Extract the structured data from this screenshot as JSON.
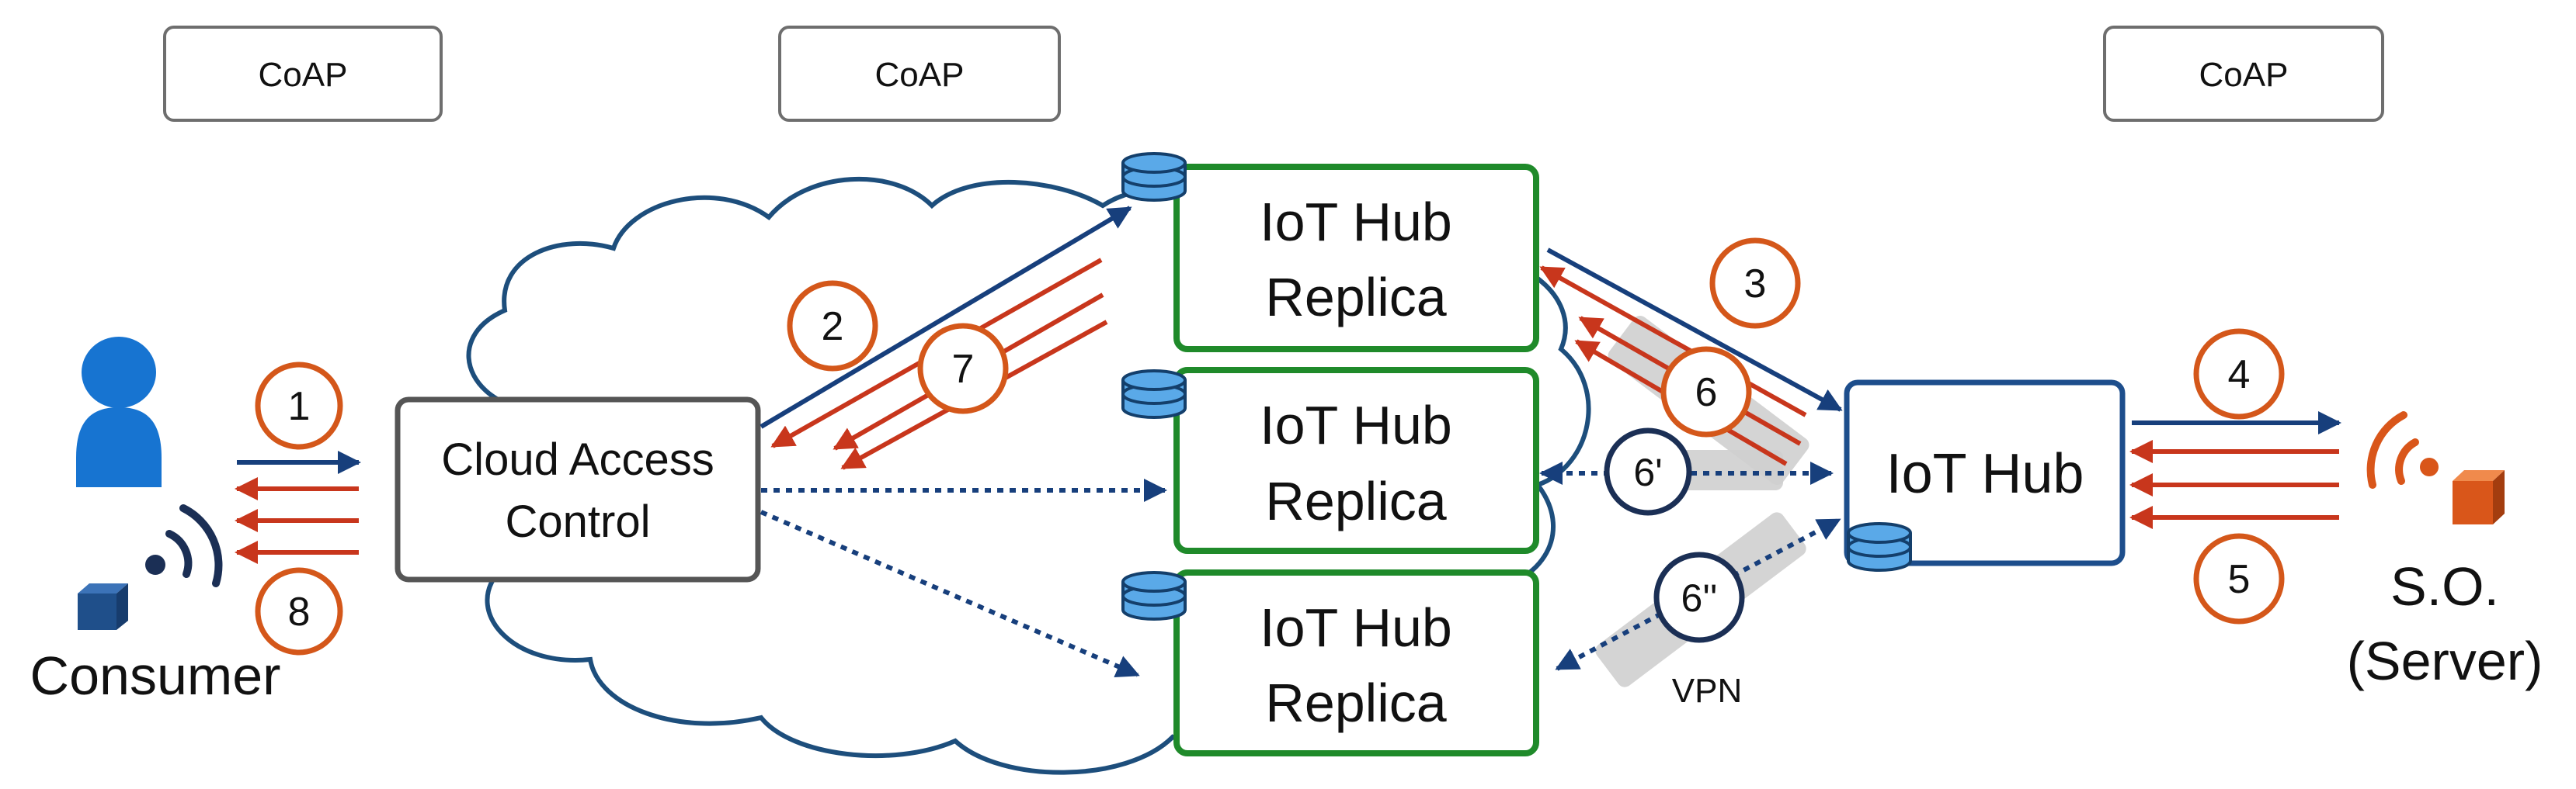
{
  "protocols": [
    "CoAP",
    "CoAP",
    "CoAP"
  ],
  "nodes": {
    "consumer": "Consumer",
    "cloud_access_control": [
      "Cloud Access",
      "Control"
    ],
    "replica_1": [
      "IoT Hub",
      "Replica"
    ],
    "replica_2": [
      "IoT Hub",
      "Replica"
    ],
    "replica_3": [
      "IoT Hub",
      "Replica"
    ],
    "iot_hub": "IoT Hub",
    "server": [
      "S.O.",
      "(Server)"
    ]
  },
  "steps": [
    "1",
    "2",
    "3",
    "4",
    "5",
    "6",
    "7",
    "8"
  ],
  "alt_steps": [
    "6'",
    "6''"
  ],
  "vpn_label": "VPN",
  "colors": {
    "request": "#173f7c",
    "response": "#c8361c",
    "step_circle": "#d4571a",
    "alt_circle": "#1b2f55",
    "replica_border": "#1f8a2a",
    "hub_border": "#1d4e8c",
    "cloud": "#1d4e7c",
    "person": "#1774d1",
    "device_cube": "#1f4f8a",
    "server_cube": "#d9561a",
    "database": "#5aa9e8"
  }
}
